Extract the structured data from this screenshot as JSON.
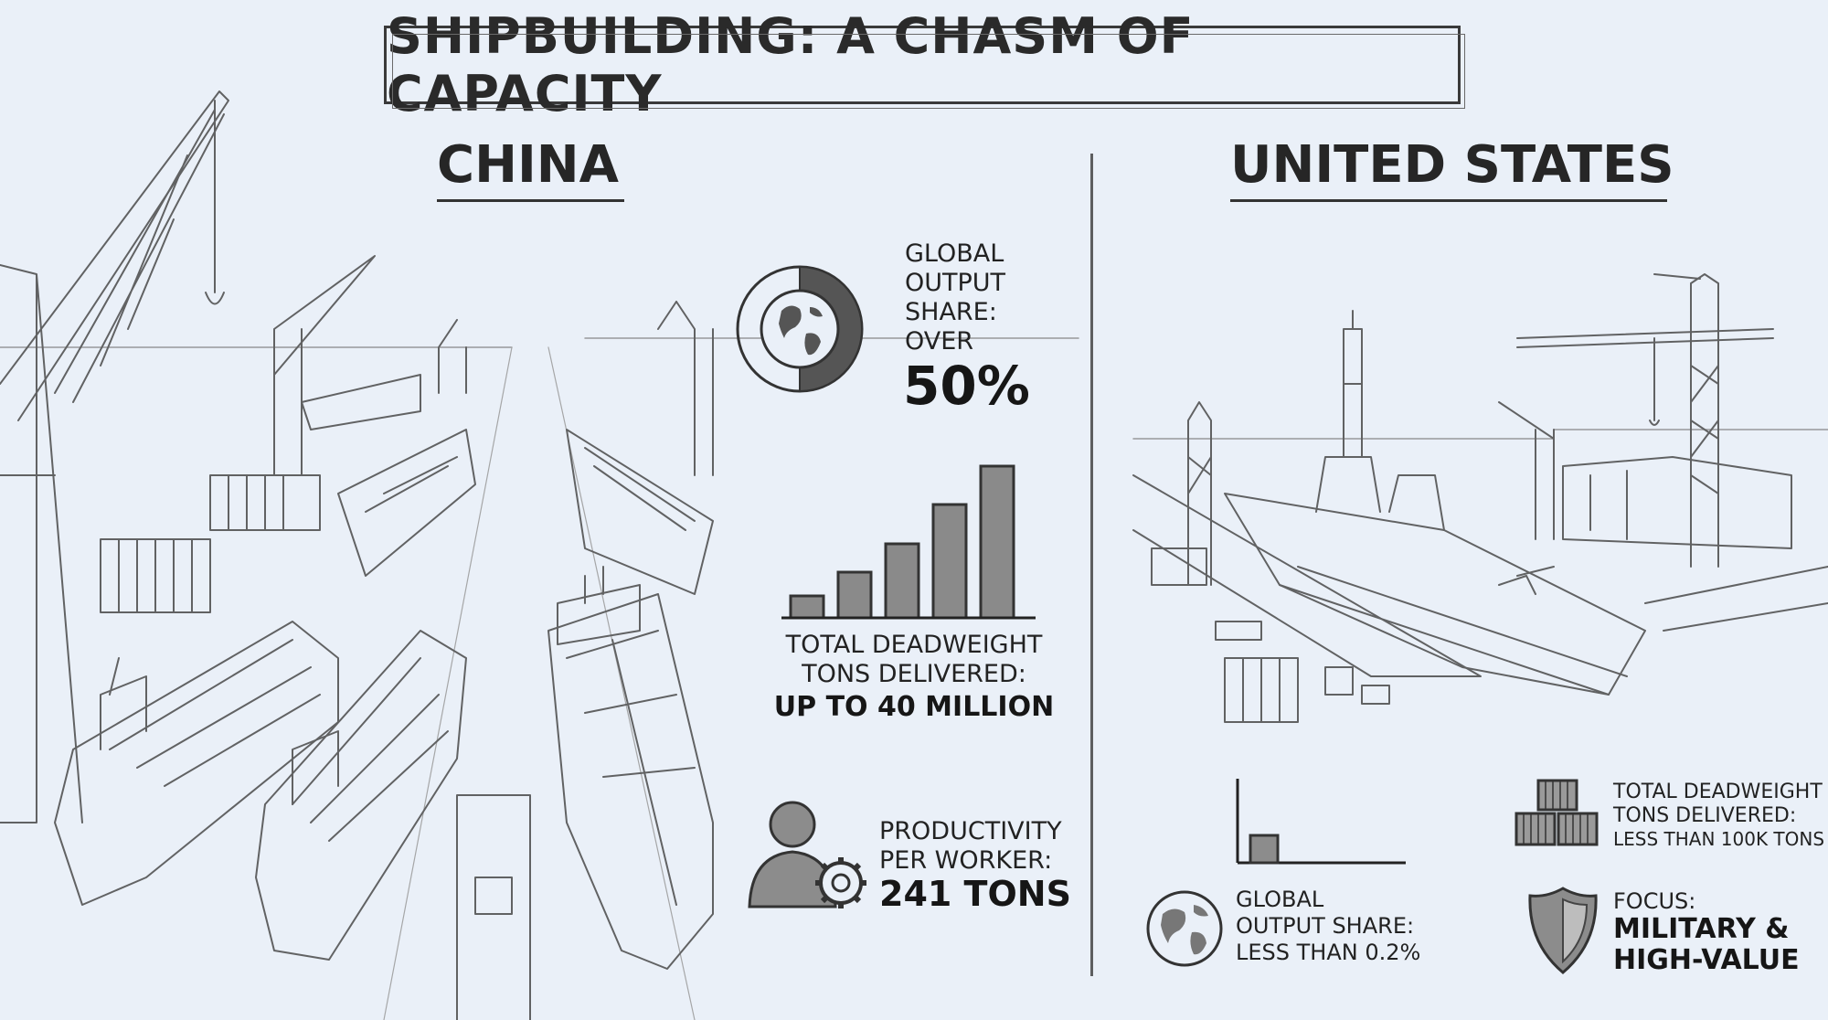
{
  "title": "SHIPBUILDING: A CHASM OF CAPACITY",
  "china": {
    "heading": "CHINA",
    "global_share": {
      "label_lines": [
        "GLOBAL",
        "OUTPUT",
        "SHARE:",
        "OVER"
      ],
      "value": "50%",
      "share_fraction": 0.5,
      "icon": "globe-donut-icon"
    },
    "deadweight": {
      "label_lines": [
        "TOTAL DEADWEIGHT",
        "TONS DELIVERED:"
      ],
      "value": "UP TO 40 MILLION",
      "icon": "bar-chart-icon"
    },
    "productivity": {
      "label_lines": [
        "PRODUCTIVITY",
        "PER WORKER:"
      ],
      "value": "241 TONS",
      "icon": "worker-gear-icon"
    }
  },
  "us": {
    "heading": "UNITED STATES",
    "deadweight": {
      "label_lines": [
        "TOTAL DEADWEIGHT",
        "TONS DELIVERED:"
      ],
      "value": "LESS THAN 100K TONS",
      "icon": "stacked-containers-icon"
    },
    "global_share": {
      "label_lines": [
        "GLOBAL",
        "OUTPUT SHARE:"
      ],
      "value": "LESS THAN 0.2%",
      "icon": "globe-icon"
    },
    "focus": {
      "label": "FOCUS:",
      "value_lines": [
        "MILITARY &",
        "HIGH-VALUE"
      ],
      "icon": "shield-icon"
    },
    "tiny_bar_icon": "tiny-bar-chart-icon"
  },
  "colors": {
    "background": "#eaf0f8",
    "ink": "#2a2a2a",
    "sketch_line": "#4a4a4a"
  }
}
